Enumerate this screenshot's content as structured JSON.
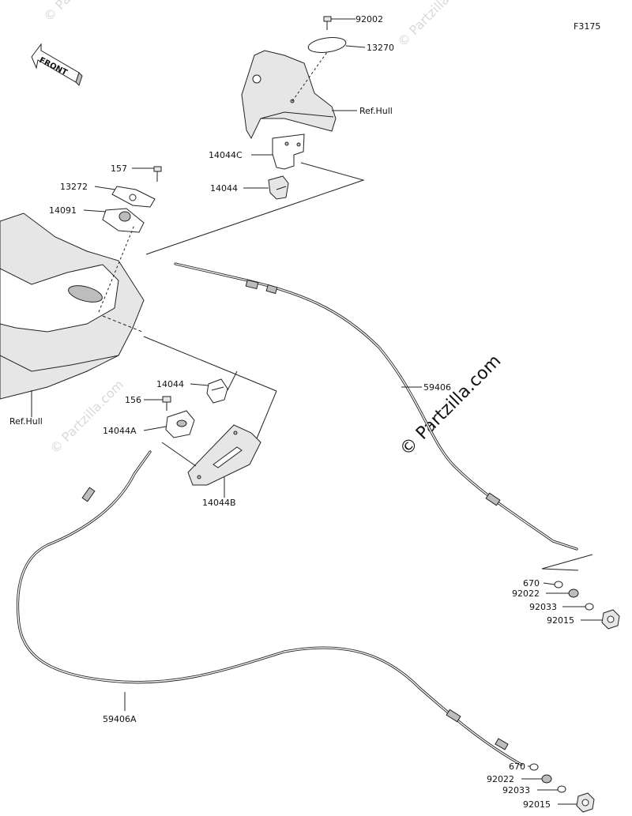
{
  "figure_code": "F3175",
  "front_label": "FRONT",
  "watermark": "© Partzilla.com",
  "labels": {
    "p92002_top": "92002",
    "p13270": "13270",
    "ref_hull_top": "Ref.Hull",
    "p14044C": "14044C",
    "p14044_top": "14044",
    "p157": "157",
    "p13272": "13272",
    "p14091": "14091",
    "p14044_mid": "14044",
    "p156": "156",
    "p14044A": "14044A",
    "p14044B": "14044B",
    "ref_hull_left": "Ref.Hull",
    "p59406": "59406",
    "p670_a": "670",
    "p92022_a": "92022",
    "p92033_a": "92033",
    "p92015_a": "92015",
    "p59406A": "59406A",
    "p670_b": "670",
    "p92022_b": "92022",
    "p92033_b": "92033",
    "p92015_b": "92015"
  }
}
